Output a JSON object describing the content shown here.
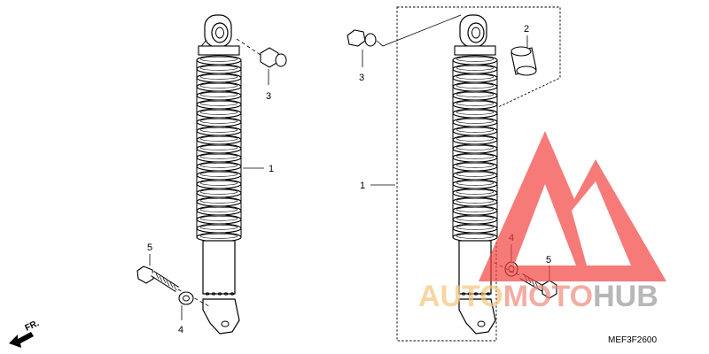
{
  "diagram": {
    "code": "MEF3F2600",
    "front_label": "FR.",
    "left": {
      "callout_shock": "1",
      "callout_nut": "3",
      "callout_bolt": "5",
      "callout_washer": "4"
    },
    "right": {
      "callout_shock": "1",
      "callout_nut": "3",
      "callout_bushing": "2",
      "callout_washer": "4",
      "callout_bolt": "5"
    }
  },
  "watermark": {
    "word_part1": "AUTO",
    "word_part2": "MOTO",
    "word_part3": "HUB",
    "colors": {
      "triangle": "#f2433f",
      "auto": "#f6c47a",
      "moto": "#f08a7c",
      "hub": "#9a9a9a"
    }
  }
}
